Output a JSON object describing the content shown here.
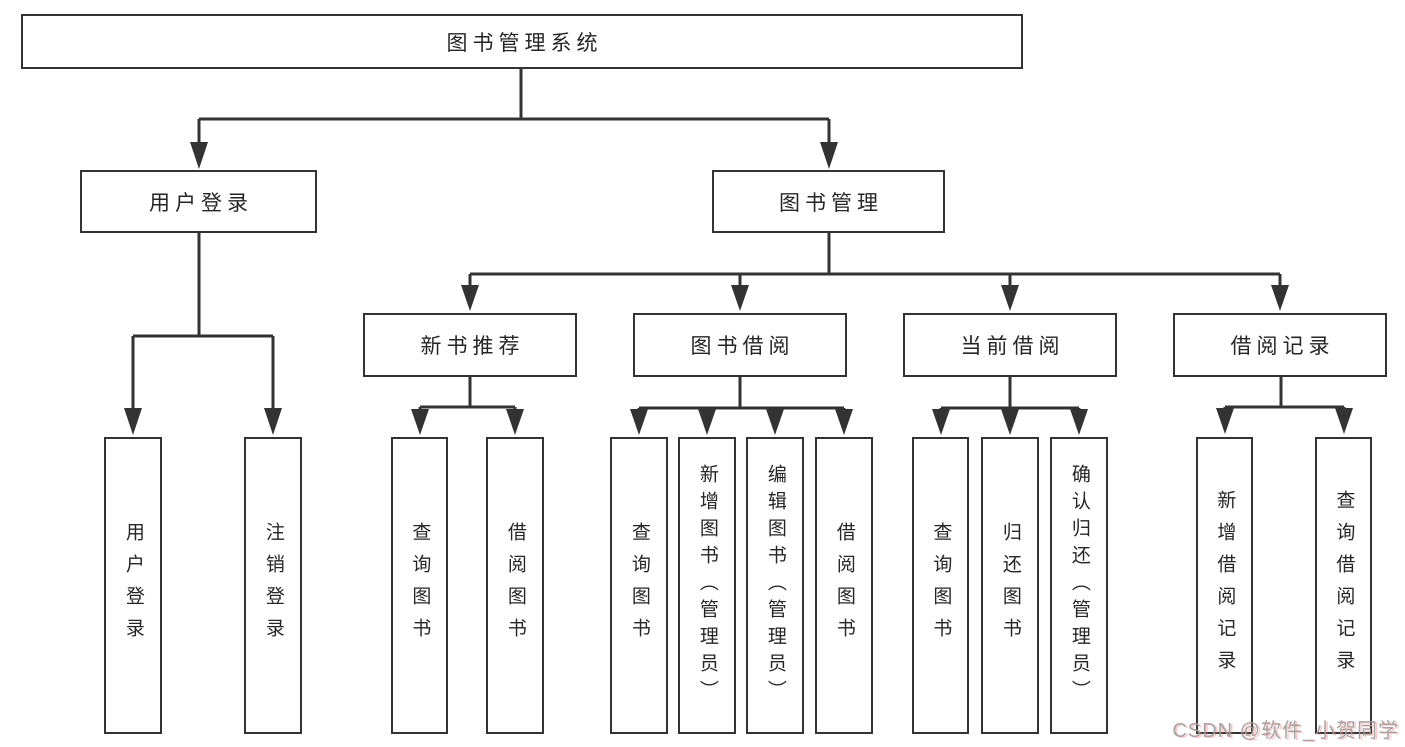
{
  "diagram": {
    "background": "#ffffff",
    "line_color": "#333333",
    "border_color": "#333333",
    "text_color": "#262626",
    "root": {
      "label": "图书管理系统"
    },
    "level2": [
      {
        "label": "用户登录"
      },
      {
        "label": "图书管理"
      }
    ],
    "level3": [
      {
        "label": "新书推荐"
      },
      {
        "label": "图书借阅"
      },
      {
        "label": "当前借阅"
      },
      {
        "label": "借阅记录"
      }
    ],
    "leaves": [
      {
        "label": "用户登录",
        "parent": "用户登录"
      },
      {
        "label": "注销登录",
        "parent": "用户登录"
      },
      {
        "label": "查询图书",
        "parent": "新书推荐"
      },
      {
        "label": "借阅图书",
        "parent": "新书推荐"
      },
      {
        "label": "查询图书",
        "parent": "图书借阅"
      },
      {
        "label": "新增图书（管理员）",
        "parent": "图书借阅"
      },
      {
        "label": "编辑图书（管理员）",
        "parent": "图书借阅"
      },
      {
        "label": "借阅图书",
        "parent": "图书借阅"
      },
      {
        "label": "查询图书",
        "parent": "当前借阅"
      },
      {
        "label": "归还图书",
        "parent": "当前借阅"
      },
      {
        "label": "确认归还（管理员）",
        "parent": "当前借阅"
      },
      {
        "label": "新增借阅记录",
        "parent": "借阅记录"
      },
      {
        "label": "查询借阅记录",
        "parent": "借阅记录"
      }
    ]
  },
  "watermark": {
    "text": "CSDN @软件_小贺同学",
    "color": "#9e9e9e",
    "shadow_color": "#f4706e"
  }
}
